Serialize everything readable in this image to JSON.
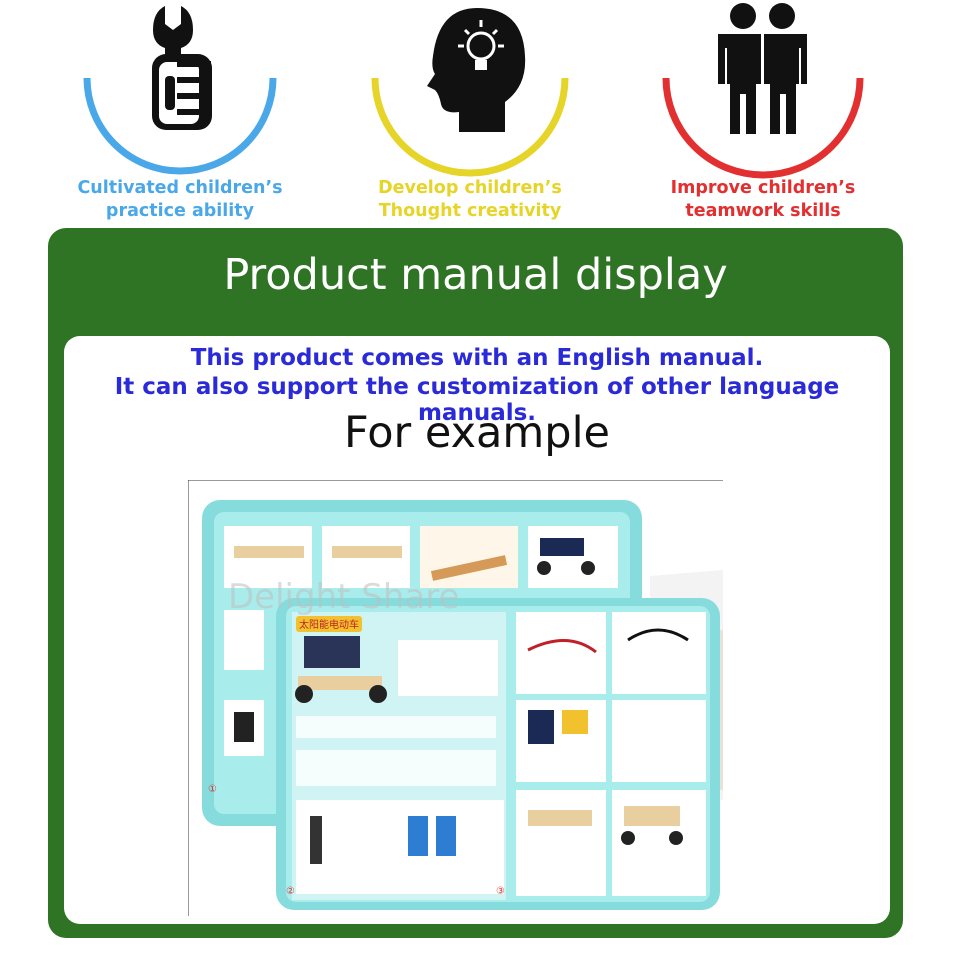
{
  "features": [
    {
      "icon": "wrench-fist-icon",
      "caption_line1": "Cultivated children’s",
      "caption_line2": "practice ability",
      "color": "#4aa8e8"
    },
    {
      "icon": "head-lightbulb-icon",
      "caption_line1": "Develop children’s",
      "caption_line2": "Thought creativity",
      "color": "#e6d428"
    },
    {
      "icon": "two-people-icon",
      "caption_line1": "Improve children’s",
      "caption_line2": "teamwork skills",
      "color": "#e23030"
    }
  ],
  "panel": {
    "title": "Product manual display",
    "background": "#2e7424",
    "note_line1": "This product comes with an English manual.",
    "note_line2": "It can also support the customization of other language manuals.",
    "note_color": "#2a2ad8",
    "example_label": "For example"
  },
  "manual": {
    "title": "太阳能电动车",
    "watermark": "Delight Share",
    "pages": [
      "①",
      "②",
      "③"
    ]
  }
}
